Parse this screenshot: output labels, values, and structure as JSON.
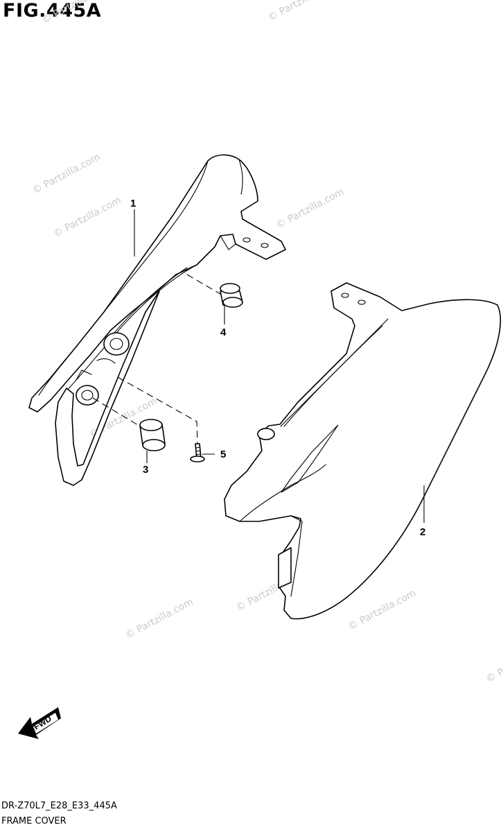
{
  "figure": {
    "title": "FIG.445A",
    "code": "DR-Z70L7_E28_E33_445A",
    "caption": "FRAME COVER"
  },
  "callouts": [
    {
      "id": "1",
      "label": "1"
    },
    {
      "id": "2",
      "label": "2"
    },
    {
      "id": "3",
      "label": "3"
    },
    {
      "id": "4",
      "label": "4"
    },
    {
      "id": "5",
      "label": "5"
    }
  ],
  "fwd_arrow": {
    "label": "FWD",
    "icon": "fwd-arrow-icon"
  },
  "watermark": {
    "text": "© Partzilla.com",
    "color": "#c9c9c9"
  }
}
